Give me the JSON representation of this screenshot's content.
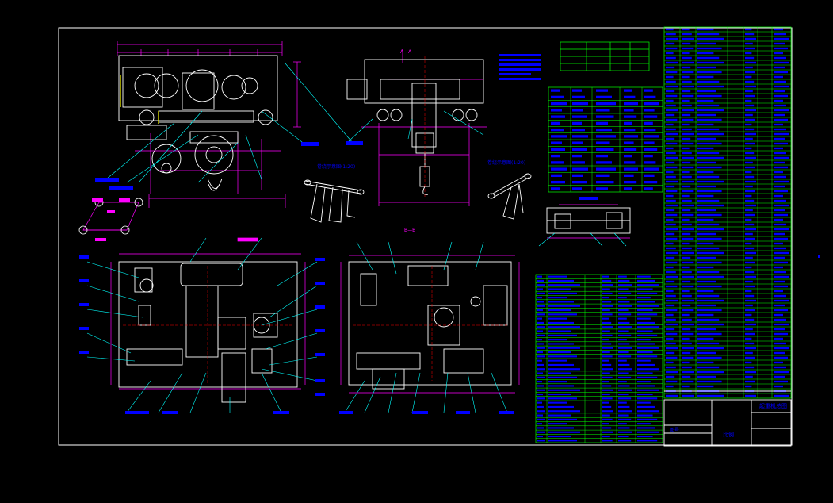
{
  "drawing": {
    "background": "#000000",
    "colors": {
      "frame": "#ffffff",
      "table_lines": "#00ff00",
      "dimensions": "#ff00ff",
      "leaders": "#00ffff",
      "parts": "#ffffff",
      "text_blocks": "#0000ff",
      "centerlines": "#ff0000",
      "hatch": "#ffff00"
    },
    "views": [
      "front-elevation",
      "side-elevation",
      "plan-view-left",
      "plan-view-right",
      "rope-reeving-left",
      "rope-reeving-right",
      "wheel-detail",
      "hook-diagram"
    ],
    "section_labels": {
      "side_view_title": "A—A",
      "plan_title": "B—B",
      "reeving_left": "卷绕示意图(1:20)",
      "reeving_right": "卷绕示意图(1:20)"
    },
    "title_block": {
      "drawing_name": "起重机总图",
      "scale_label": "比例",
      "sheet_label": "图号"
    }
  }
}
